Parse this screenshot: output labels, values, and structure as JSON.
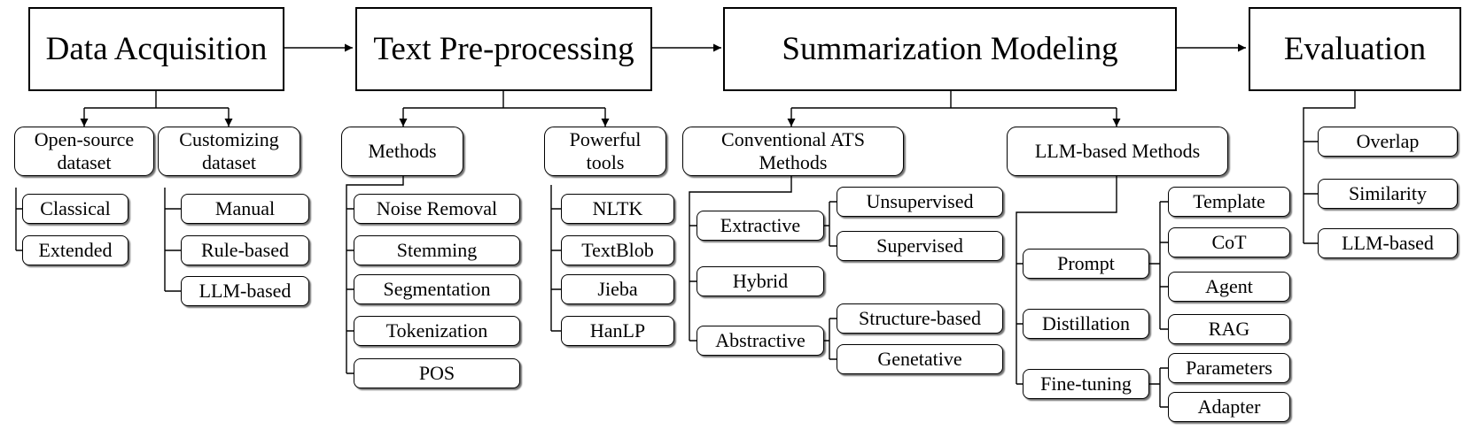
{
  "stages": [
    {
      "label": "Data Acquisition"
    },
    {
      "label": "Text Pre-processing"
    },
    {
      "label": "Summarization Modeling"
    },
    {
      "label": "Evaluation"
    }
  ],
  "data_acquisition": {
    "open_source": "Open-source\ndataset",
    "customizing": "Customizing\ndataset",
    "open_source_items": [
      "Classical",
      "Extended"
    ],
    "customizing_items": [
      "Manual",
      "Rule-based",
      "LLM-based"
    ]
  },
  "preprocessing": {
    "methods": "Methods",
    "tools": "Powerful\ntools",
    "method_items": [
      "Noise Removal",
      "Stemming",
      "Segmentation",
      "Tokenization",
      "POS"
    ],
    "tool_items": [
      "NLTK",
      "TextBlob",
      "Jieba",
      "HanLP"
    ]
  },
  "modeling": {
    "conventional": "Conventional ATS\nMethods",
    "llm_based": "LLM-based Methods",
    "extractive": "Extractive",
    "hybrid": "Hybrid",
    "abstractive": "Abstractive",
    "extractive_items": [
      "Unsupervised",
      "Supervised"
    ],
    "abstractive_items": [
      "Structure-based",
      "Genetative"
    ],
    "prompt": "Prompt",
    "distillation": "Distillation",
    "finetuning": "Fine-tuning",
    "prompt_items": [
      "Template",
      "CoT",
      "Agent",
      "RAG"
    ],
    "finetuning_items": [
      "Parameters",
      "Adapter"
    ]
  },
  "evaluation": {
    "items": [
      "Overlap",
      "Similarity",
      "LLM-based"
    ]
  }
}
